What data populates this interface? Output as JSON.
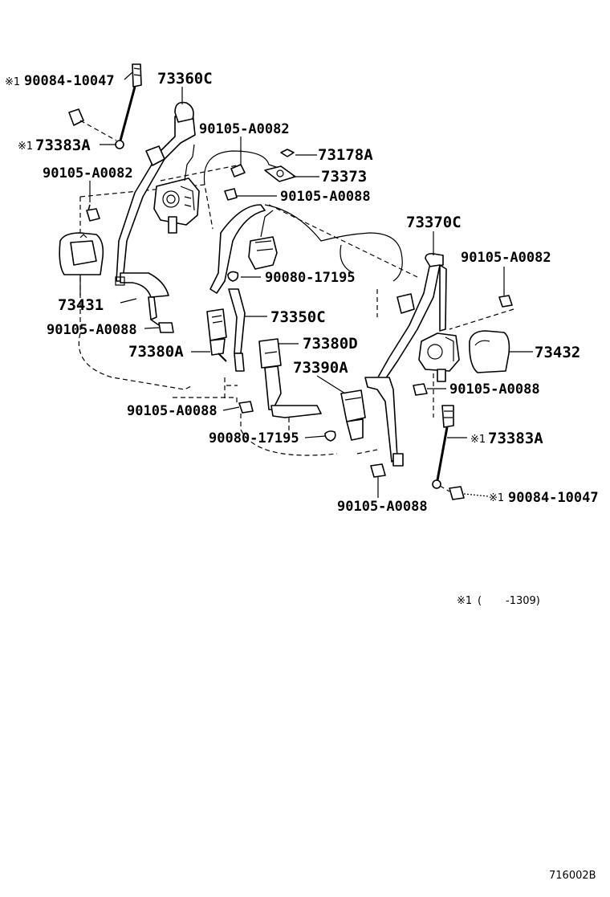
{
  "diagram": {
    "code": "716002B",
    "footnote": {
      "mark": "※1",
      "open": "(",
      "range": "-1309)"
    },
    "labels": {
      "l_90084_top": "90084-10047",
      "l_73360c": "73360C",
      "l_73383a_left": "73383A",
      "l_90105_a0082_top": "90105-A0082",
      "l_73178a": "73178A",
      "l_73373": "73373",
      "l_90105_a0082_left": "90105-A0082",
      "l_90105_a0088_center": "90105-A0088",
      "l_73370c": "73370C",
      "l_90105_a0082_right": "90105-A0082",
      "l_73431": "73431",
      "l_90080_17195_top": "90080-17195",
      "l_90105_a0088_left": "90105-A0088",
      "l_73350c": "73350C",
      "l_73380a": "73380A",
      "l_73380d": "73380D",
      "l_73432": "73432",
      "l_73390a": "73390A",
      "l_90105_a0088_right": "90105-A0088",
      "l_90105_a0088_lower": "90105-A0088",
      "l_73383a_right": "73383A",
      "l_90080_17195_lower": "90080-17195",
      "l_90105_a0088_bottom": "90105-A0088",
      "l_90084_right": "90084-10047"
    },
    "marks": {
      "m1": "※1",
      "m2": "※1",
      "m3": "※1",
      "m4": "※1"
    }
  }
}
